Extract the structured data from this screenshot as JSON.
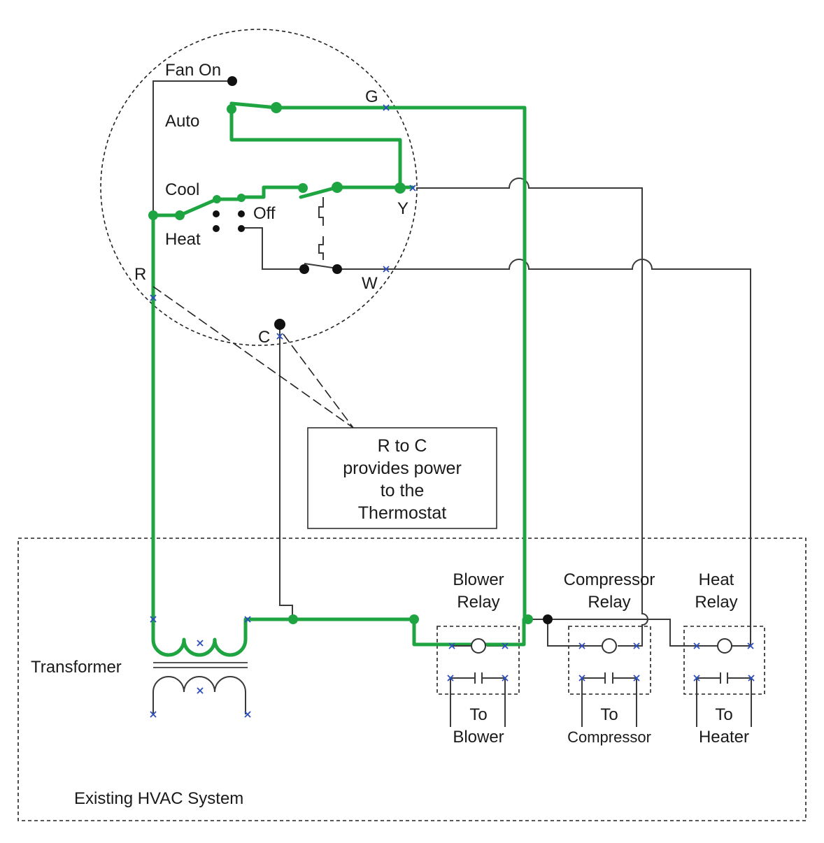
{
  "thermostat": {
    "fan_on": "Fan On",
    "auto": "Auto",
    "cool": "Cool",
    "off": "Off",
    "heat": "Heat",
    "terminal_g": "G",
    "terminal_y": "Y",
    "terminal_w": "W",
    "terminal_r": "R",
    "terminal_c": "C"
  },
  "callout": {
    "line1": "R to C",
    "line2": "provides power",
    "line3": "to the",
    "line4": "Thermostat"
  },
  "hvac": {
    "system_label": "Existing HVAC System",
    "transformer": "Transformer",
    "blower_relay_1": "Blower",
    "blower_relay_2": "Relay",
    "compressor_relay_1": "Compressor",
    "compressor_relay_2": "Relay",
    "heat_relay_1": "Heat",
    "heat_relay_2": "Relay",
    "to_blower_1": "To",
    "to_blower_2": "Blower",
    "to_compressor_1": "To",
    "to_compressor_2": "Compressor",
    "to_heater_1": "To",
    "to_heater_2": "Heater"
  },
  "colors": {
    "active_wire": "#1fa442",
    "inactive_wire": "#3a3a3a",
    "terminal_mark": "#2c4bbd"
  }
}
